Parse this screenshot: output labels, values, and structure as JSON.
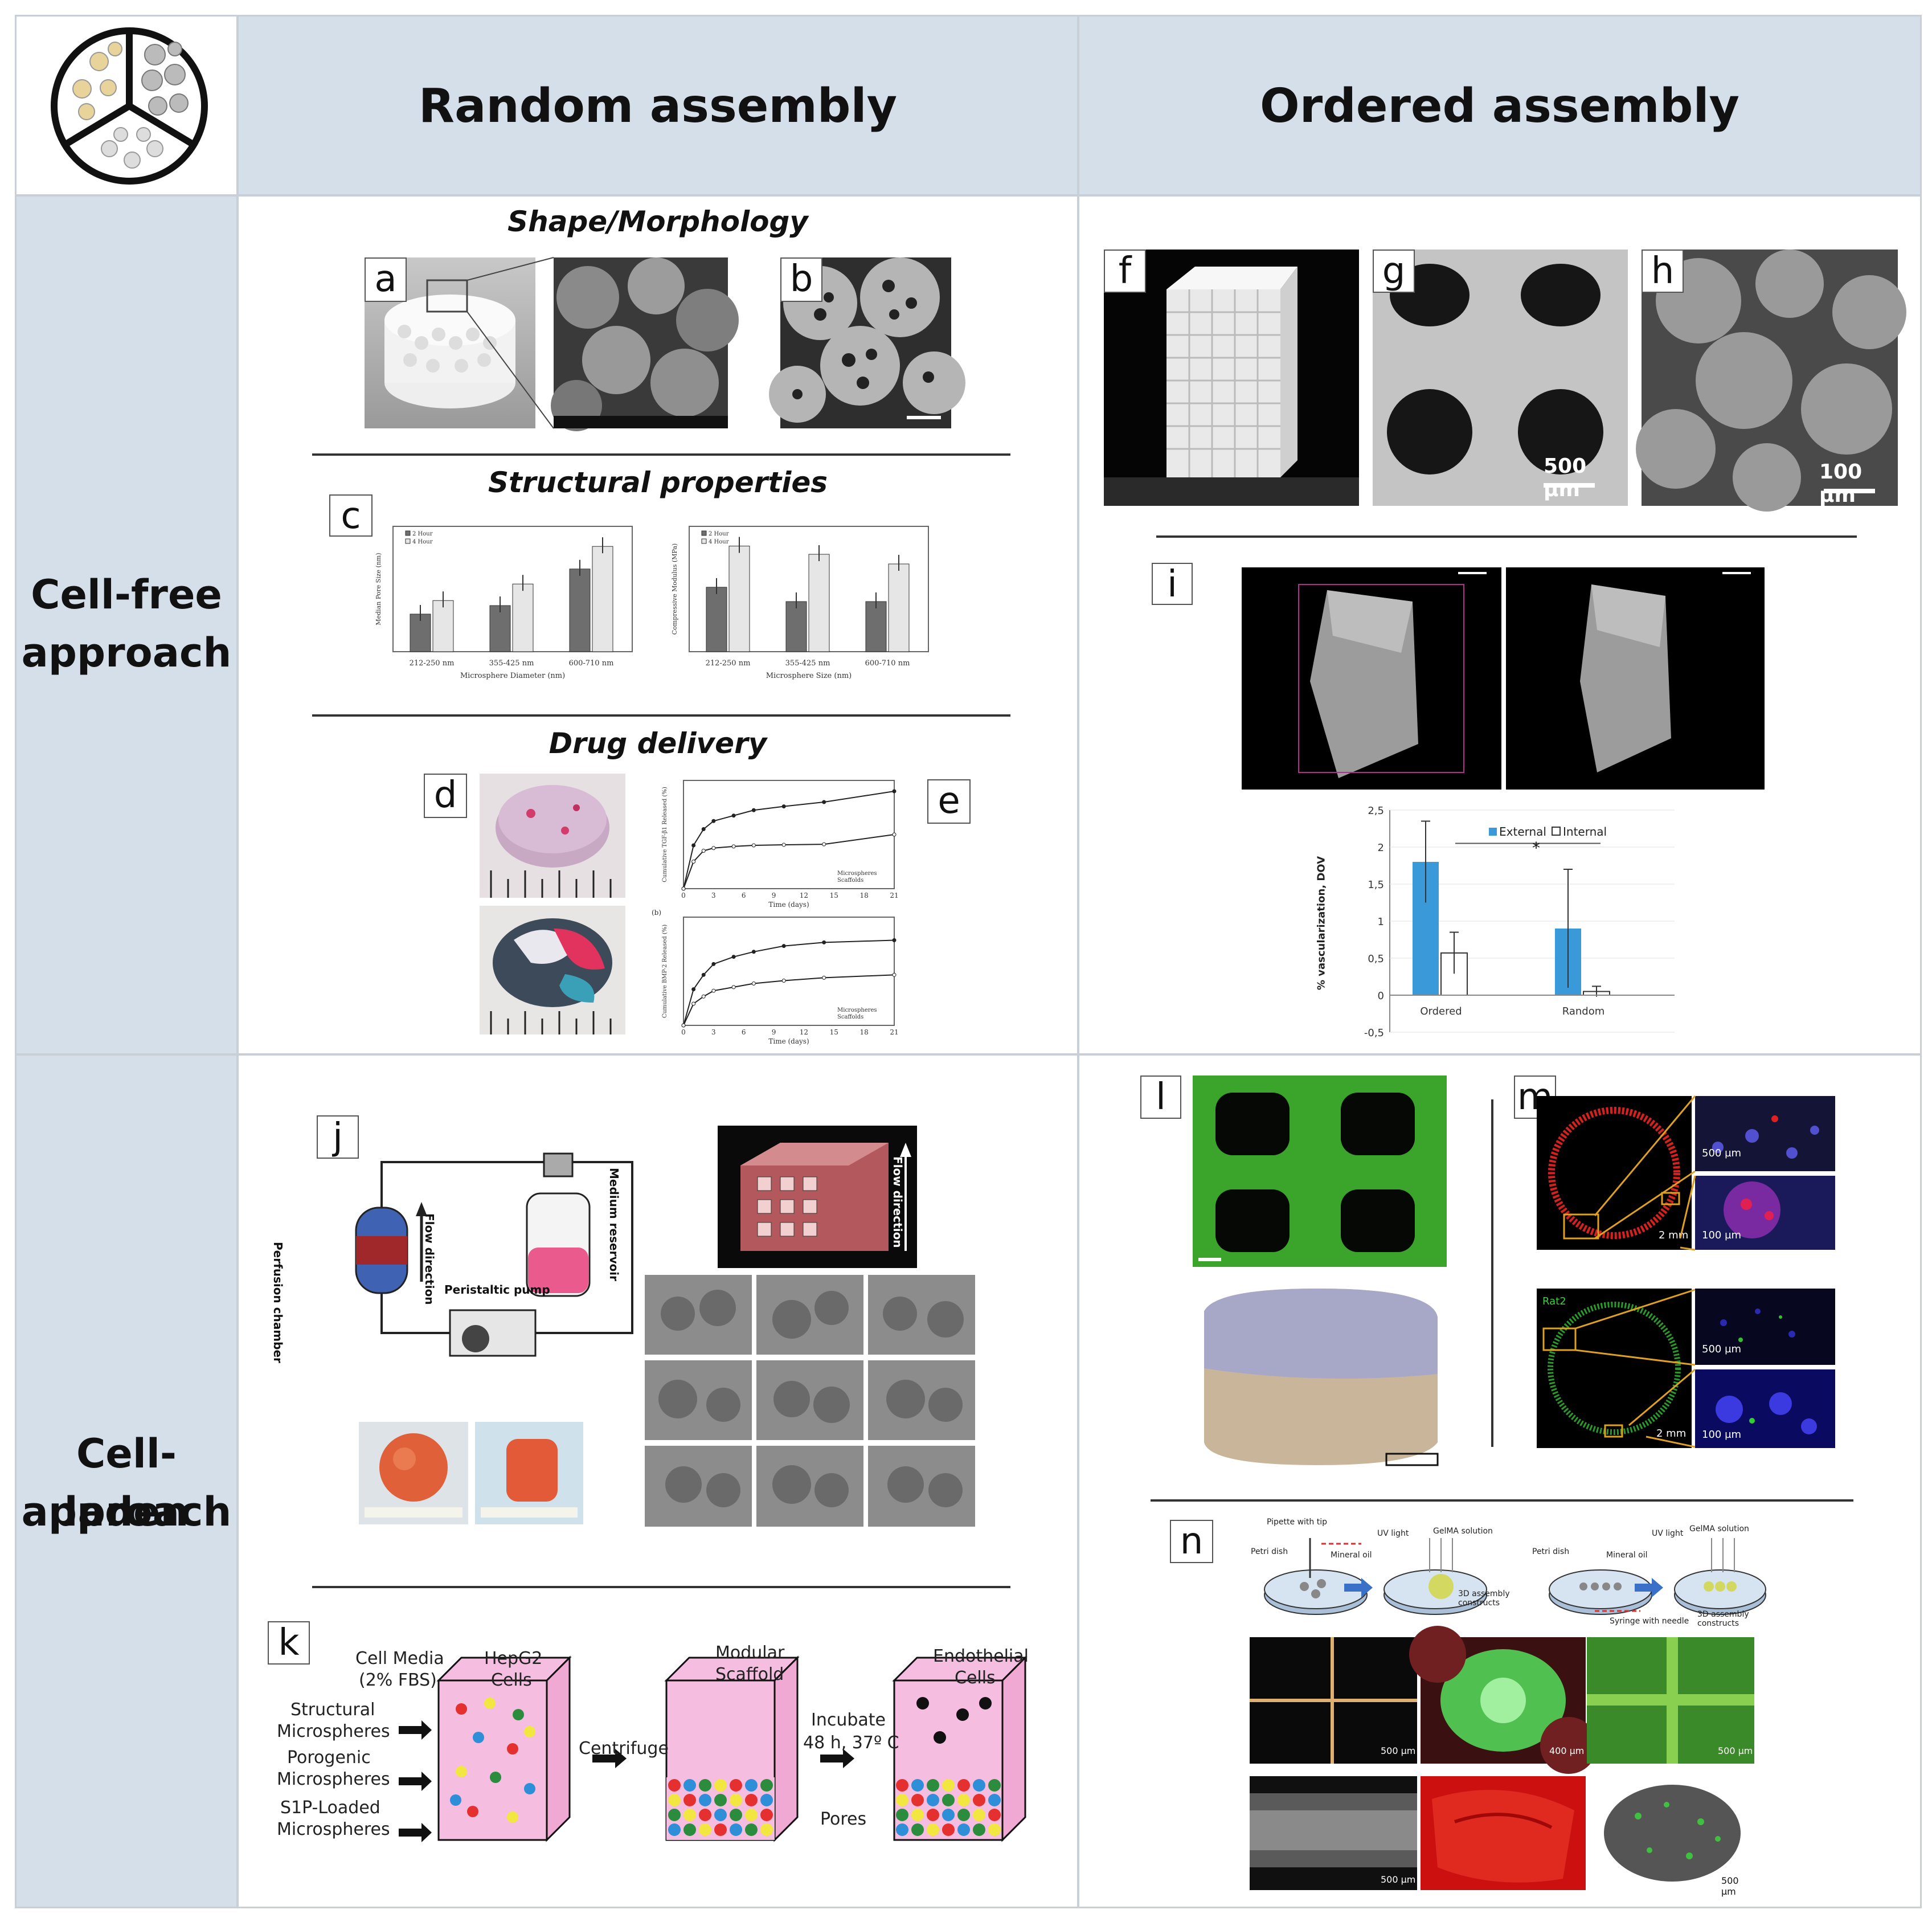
{
  "headers": {
    "col1": "Random assembly",
    "col2": "Ordered assembly"
  },
  "rows": {
    "row1_line1": "Cell-free",
    "row1_line2": "approach",
    "row2_line1": "Cell-laden",
    "row2_line2": "approach"
  },
  "sections": {
    "shape": "Shape/Morphology",
    "structural": "Structural properties",
    "drug": "Drug delivery"
  },
  "panel_labels": {
    "a": "a",
    "b": "b",
    "c": "c",
    "d": "d",
    "e": "e",
    "f": "f",
    "g": "g",
    "h": "h",
    "i": "i",
    "j": "j",
    "k": "k",
    "l": "l",
    "m": "m",
    "n": "n"
  },
  "scale_bars": {
    "g": "500 µm",
    "h": "100 µm"
  },
  "chart_vasc": {
    "legend_external": "External",
    "legend_internal": "Internal",
    "ylabel": "% vascularization, DOV",
    "star": "*"
  },
  "chart_data": [
    {
      "type": "bar",
      "categories": [
        "Ordered",
        "Random"
      ],
      "series": [
        {
          "name": "External",
          "values": [
            1.8,
            0.9
          ]
        },
        {
          "name": "Internal",
          "values": [
            0.57,
            0.05
          ]
        }
      ],
      "errors": [
        [
          0.55,
          0.8
        ],
        [
          0.28,
          0.07
        ]
      ],
      "ylabel": "% vascularization, DOV",
      "ylim": [
        -0.5,
        2.5
      ],
      "yticks": [
        "2,5",
        "2",
        "1,5",
        "1",
        "0,5",
        "0",
        "-0,5"
      ],
      "colors": [
        "#3a9ad9",
        "#ffffff"
      ]
    },
    {
      "type": "bar",
      "categories": [
        "212-250 nm",
        "355-425 nm",
        "600-710 nm"
      ],
      "series": [
        {
          "name": "2 Hour",
          "values": [
            75,
            92,
            165
          ]
        },
        {
          "name": "4 Hour",
          "values": [
            102,
            135,
            210
          ]
        }
      ],
      "xlabel": "Microsphere Diameter (nm)",
      "ylabel": "Median Pore Size (nm)",
      "ylim": [
        0,
        250
      ]
    },
    {
      "type": "bar",
      "categories": [
        "212-250 nm",
        "355-425 nm",
        "600-710 nm"
      ],
      "series": [
        {
          "name": "2 Hour",
          "values": [
            180,
            140,
            140
          ]
        },
        {
          "name": "4 Hour",
          "values": [
            295,
            272,
            245
          ]
        }
      ],
      "xlabel": "Microsphere Size (nm)",
      "ylabel": "Compressive Modulus (MPa)",
      "ylim": [
        0,
        350
      ]
    },
    {
      "type": "line",
      "x": [
        0,
        1,
        2,
        3,
        5,
        7,
        10,
        14,
        21
      ],
      "series": [
        {
          "name": "Microspheres",
          "values": [
            0,
            8,
            11,
            12.5,
            13.5,
            14.5,
            15.2,
            16,
            18
          ]
        },
        {
          "name": "Scaffolds",
          "values": [
            0,
            5,
            7,
            7.5,
            7.8,
            8,
            8.1,
            8.2,
            10
          ]
        }
      ],
      "xlabel": "Time (days)",
      "ylabel": "Cumulative TGF-β1 Released (%)",
      "xticks": [
        "0",
        "3",
        "6",
        "9",
        "12",
        "15",
        "18",
        "21"
      ],
      "ylim": [
        0,
        20
      ]
    },
    {
      "type": "line",
      "x": [
        0,
        1,
        2,
        3,
        5,
        7,
        10,
        14,
        21
      ],
      "series": [
        {
          "name": "Microspheres",
          "values": [
            0,
            5,
            7,
            8.5,
            9.5,
            10.2,
            11,
            11.5,
            11.8
          ]
        },
        {
          "name": "Scaffolds",
          "values": [
            0,
            3,
            4,
            4.8,
            5.3,
            5.8,
            6.2,
            6.6,
            7
          ]
        }
      ],
      "xlabel": "Time (days)",
      "ylabel": "Cumulative BMP-2 Released (%)",
      "xticks": [
        "0",
        "3",
        "6",
        "9",
        "12",
        "15",
        "18",
        "21"
      ],
      "ylim": [
        0,
        15
      ],
      "subtitle": "(b)"
    }
  ],
  "diagram_j": {
    "perfusion": "Perfusion chamber",
    "flow": "Flow direction",
    "medium": "Medium reservoir",
    "pump": "Peristaltic pump",
    "flow2": "Flow direction"
  },
  "diagram_k": {
    "cell_media": "Cell Media",
    "fbs": "(2% FBS)",
    "hepg2": "HepG2",
    "cells": "Cells",
    "structural": "Structural",
    "microspheres1": "Microspheres",
    "porogenic": "Porogenic",
    "microspheres2": "Microspheres",
    "s1p": "S1P-Loaded",
    "microspheres3": "Microspheres",
    "centrifuge": "Centrifuge",
    "modular": "Modular",
    "scaffold": "Scaffold",
    "incubate": "Incubate",
    "conditions": "48 h, 37º C",
    "pores": "Pores",
    "endothelial": "Endothelial",
    "cells2": "Cells"
  },
  "diagram_n": {
    "pipette": "Pipette with tip",
    "petri": "Petri dish",
    "mineral": "Mineral oil",
    "uv": "UV light",
    "gelma": "GelMA solution",
    "assembly": "3D assembly constructs",
    "petri2": "Petri dish",
    "mineral2": "Mineral oil",
    "uv2": "UV light",
    "gelma2": "GelMA solution",
    "syringe": "Syringe with needle",
    "assembly2": "3D assembly constructs"
  },
  "micro_m": {
    "scale_500a": "500 µm",
    "scale_2mma": "2 mm",
    "scale_100a": "100 µm",
    "rat2": "Rat2",
    "scale_500b": "500 µm",
    "scale_2mmb": "2 mm",
    "scale_100b": "100 µm"
  },
  "micro_n": {
    "s1": "500 µm",
    "s2": "400 µm",
    "s3": "500 µm",
    "s4": "500 µm",
    "s5": "500 µm"
  }
}
